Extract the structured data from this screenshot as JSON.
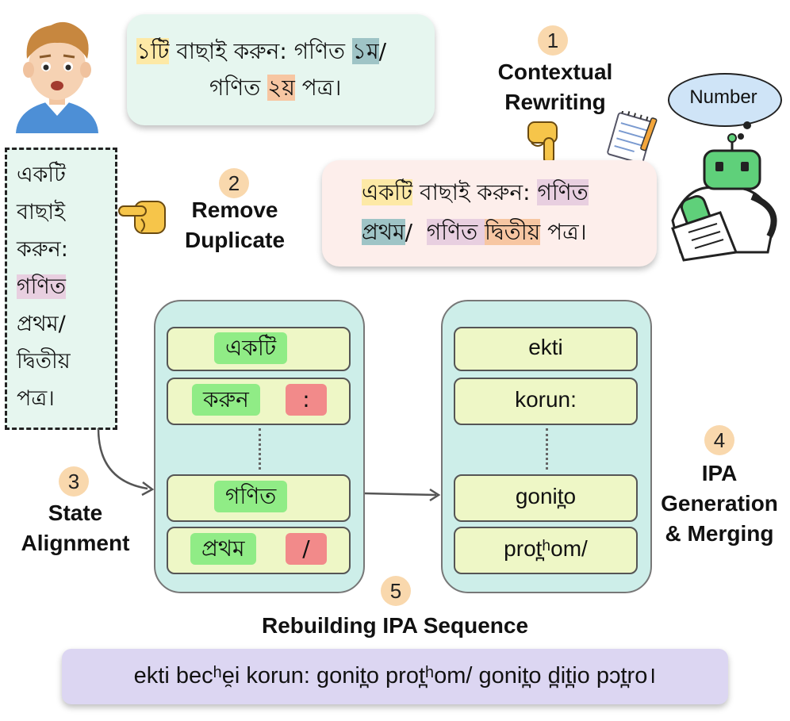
{
  "top_card": {
    "line1": {
      "a": "১টি",
      "b": " বাছাই করুন: গণিত ",
      "c": "১ম",
      "d": "/"
    },
    "line2": {
      "a": "গণিত ",
      "b": "২য়",
      "c": " পত্র।"
    }
  },
  "steps": {
    "s1": {
      "num": "1",
      "title_line1": "Contextual",
      "title_line2": "Rewriting"
    },
    "s2": {
      "num": "2",
      "title_line1": "Remove",
      "title_line2": "Duplicate"
    },
    "s3": {
      "num": "3",
      "title_line1": "State",
      "title_line2": "Alignment"
    },
    "s4": {
      "num": "4",
      "title_line1": "IPA",
      "title_line2": "Generation",
      "title_line3": "& Merging"
    },
    "s5": {
      "num": "5",
      "title": "Rebuilding IPA Sequence"
    }
  },
  "robot": {
    "speech": "Number"
  },
  "rewritten_card": {
    "line1": {
      "a": "একটি",
      "b": " বাছাই করুন: ",
      "c": "গণিত"
    },
    "line2": {
      "a": "প্রথম",
      "b": "/  ",
      "c": "গণিত ",
      "d": "দ্বিতীয়",
      "e": " পত্র।"
    }
  },
  "dashed_box": {
    "lines": [
      "একটি",
      "বাছাই",
      "করুন:",
      "গণিত",
      "প্রথম/",
      "দ্বিতীয়",
      "পত্র।"
    ]
  },
  "alignment_panel": {
    "rows": [
      {
        "token": "একটি",
        "punct": ""
      },
      {
        "token": "করুন",
        "punct": ":"
      },
      {
        "token": "গণিত",
        "punct": ""
      },
      {
        "token": "প্রথম",
        "punct": "/"
      }
    ]
  },
  "ipa_panel": {
    "rows": [
      "ekti",
      "korun:",
      "gonit̪o",
      "prot̪ʰom/"
    ]
  },
  "final_sequence": "ekti becʰe̯i korun: gonit̪o prot̪ʰom/ gonit̪o d̪it̪io pɔt̪ro।",
  "colors": {
    "top_card_bg": "#e6f6ef",
    "rewritten_card_bg": "#fdeeeb",
    "dashed_box_bg": "#e6f6ef",
    "panel_bg": "#cdeee9",
    "row_bg": "#eef7c6",
    "final_bar_bg": "#dcd6f2",
    "step_circle": "#f9d8ad"
  }
}
